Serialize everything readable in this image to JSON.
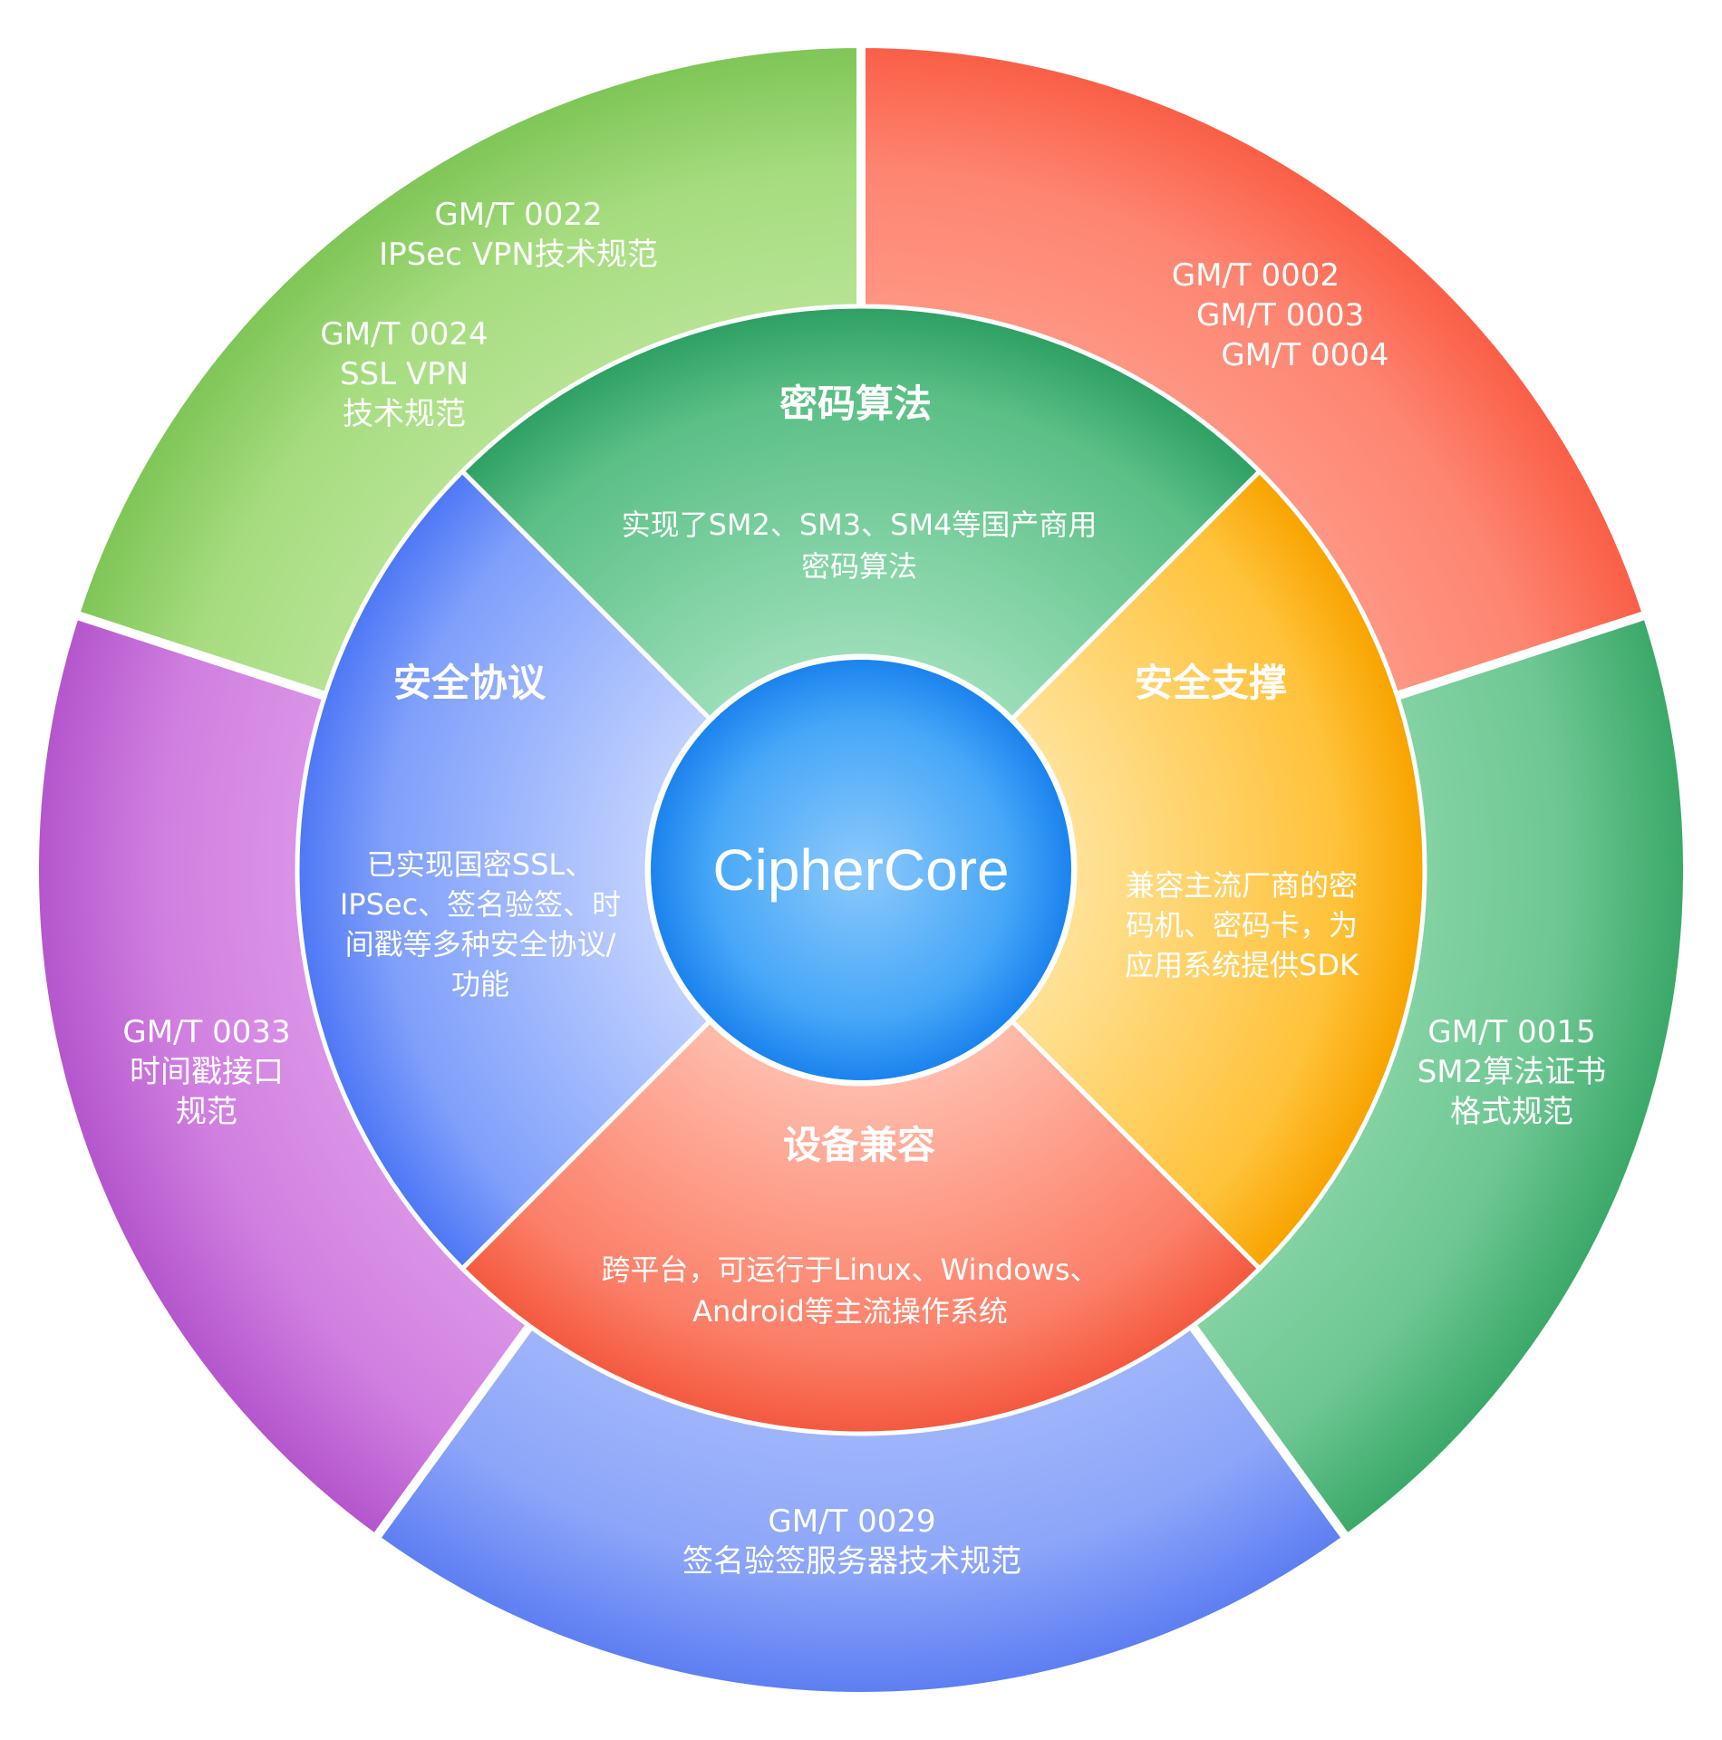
{
  "center": {
    "title": "CipherCore"
  },
  "inner": [
    {
      "key": "algo",
      "title": "密码算法",
      "lines": [
        "实现了SM2、SM3、SM4等国产商用",
        "密码算法"
      ]
    },
    {
      "key": "support",
      "title": "安全支撑",
      "lines": [
        "兼容主流厂商的密",
        "码机、密码卡，为",
        "应用系统提供SDK"
      ]
    },
    {
      "key": "device",
      "title": "设备兼容",
      "lines": [
        "跨平台，可运行于Linux、Windows、",
        "Android等主流操作系统"
      ]
    },
    {
      "key": "protocol",
      "title": "安全协议",
      "lines": [
        "已实现国密SSL、",
        "IPSec、签名验签、时",
        "间戳等多种安全协议/",
        "功能"
      ]
    }
  ],
  "outer": [
    {
      "key": "red",
      "groups": [
        [
          "GM/T 0002",
          "GM/T 0003",
          "GM/T 0004"
        ]
      ]
    },
    {
      "key": "green",
      "groups": [
        [
          "GM/T 0015",
          "SM2算法证书",
          "格式规范"
        ]
      ]
    },
    {
      "key": "blue",
      "groups": [
        [
          "GM/T 0029",
          "签名验签服务器技术规范"
        ]
      ]
    },
    {
      "key": "purple",
      "groups": [
        [
          "GM/T 0033",
          "时间戳接口",
          "规范"
        ]
      ]
    },
    {
      "key": "lime",
      "groups": [
        [
          "GM/T 0022",
          "IPSec VPN技术规范"
        ],
        [
          "GM/T 0024",
          "SSL VPN",
          "技术规范"
        ]
      ]
    }
  ],
  "colors": {
    "red": "#fa6e58",
    "green": "#4cb877",
    "blue": "#6f8ff5",
    "purple": "#c46ad8",
    "lime": "#92d068",
    "core": "#3ea2f5",
    "algo": "#3fae72",
    "support": "#fbb21f",
    "device": "#f8694f",
    "protocol": "#6489f8"
  }
}
